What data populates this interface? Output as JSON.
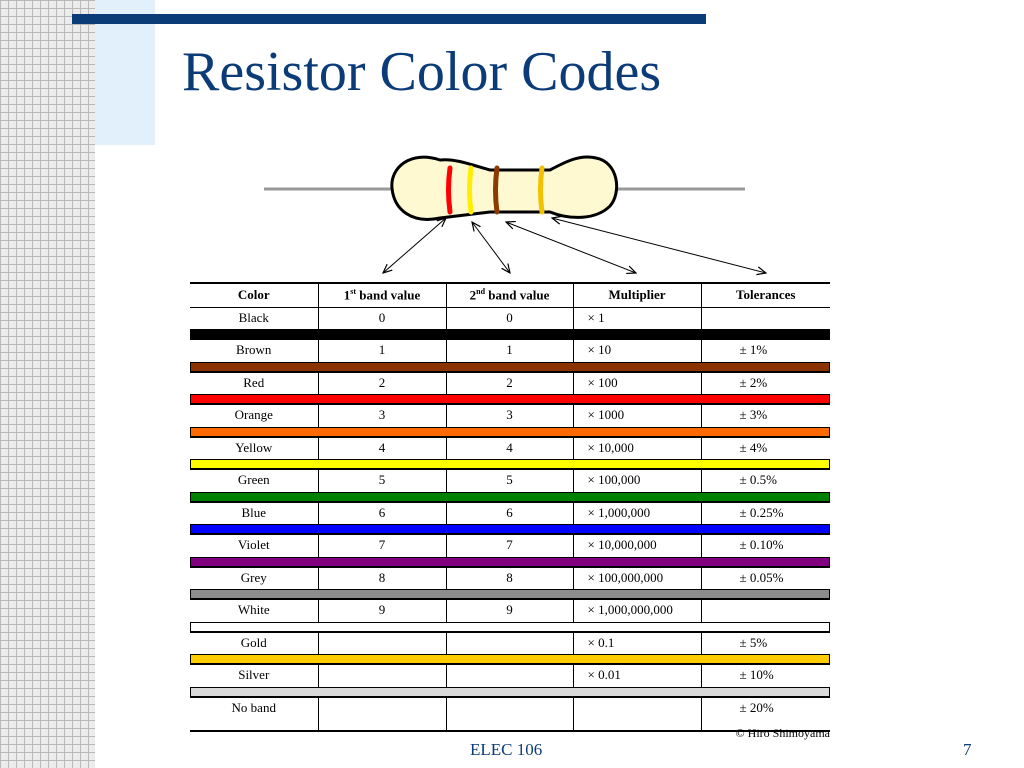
{
  "slide": {
    "title": "Resistor Color Codes",
    "footer_center": "ELEC 106",
    "page_number": "7",
    "copyright": "© Hiro Shimoyama"
  },
  "resistor": {
    "body_color": "#fff9d2",
    "lead_color": "#999999",
    "band_colors": [
      "#ff0000",
      "#ffee00",
      "#8b3a00",
      "#f2c200"
    ]
  },
  "table": {
    "headers": {
      "color": "Color",
      "band1_prefix": "1",
      "band1_sup": "st",
      "band1_suffix": " band value",
      "band2_prefix": "2",
      "band2_sup": "nd",
      "band2_suffix": " band value",
      "multiplier": "Multiplier",
      "tolerance": "Tolerances"
    },
    "rows": [
      {
        "color": "Black",
        "b1": "0",
        "b2": "0",
        "mult": "× 1",
        "tol": "",
        "hex": "#000000"
      },
      {
        "color": "Brown",
        "b1": "1",
        "b2": "1",
        "mult": "× 10",
        "tol": "± 1%",
        "hex": "#8b3300"
      },
      {
        "color": "Red",
        "b1": "2",
        "b2": "2",
        "mult": "× 100",
        "tol": "± 2%",
        "hex": "#ff0000"
      },
      {
        "color": "Orange",
        "b1": "3",
        "b2": "3",
        "mult": "× 1000",
        "tol": "± 3%",
        "hex": "#ff6a00"
      },
      {
        "color": "Yellow",
        "b1": "4",
        "b2": "4",
        "mult": "× 10,000",
        "tol": "± 4%",
        "hex": "#ffff00"
      },
      {
        "color": "Green",
        "b1": "5",
        "b2": "5",
        "mult": "× 100,000",
        "tol": "± 0.5%",
        "hex": "#008000"
      },
      {
        "color": "Blue",
        "b1": "6",
        "b2": "6",
        "mult": "× 1,000,000",
        "tol": "± 0.25%",
        "hex": "#0000ff"
      },
      {
        "color": "Violet",
        "b1": "7",
        "b2": "7",
        "mult": "× 10,000,000",
        "tol": "± 0.10%",
        "hex": "#800080"
      },
      {
        "color": "Grey",
        "b1": "8",
        "b2": "8",
        "mult": "× 100,000,000",
        "tol": "± 0.05%",
        "hex": "#8c8c8c"
      },
      {
        "color": "White",
        "b1": "9",
        "b2": "9",
        "mult": "× 1,000,000,000",
        "tol": "",
        "hex": "#ffffff"
      },
      {
        "color": "Gold",
        "b1": "",
        "b2": "",
        "mult": "× 0.1",
        "tol": "± 5%",
        "hex": "#ffcc00"
      },
      {
        "color": "Silver",
        "b1": "",
        "b2": "",
        "mult": "× 0.01",
        "tol": "± 10%",
        "hex": "#d9d9d9"
      },
      {
        "color": "No band",
        "b1": "",
        "b2": "",
        "mult": "",
        "tol": "± 20%",
        "hex": null
      }
    ]
  }
}
